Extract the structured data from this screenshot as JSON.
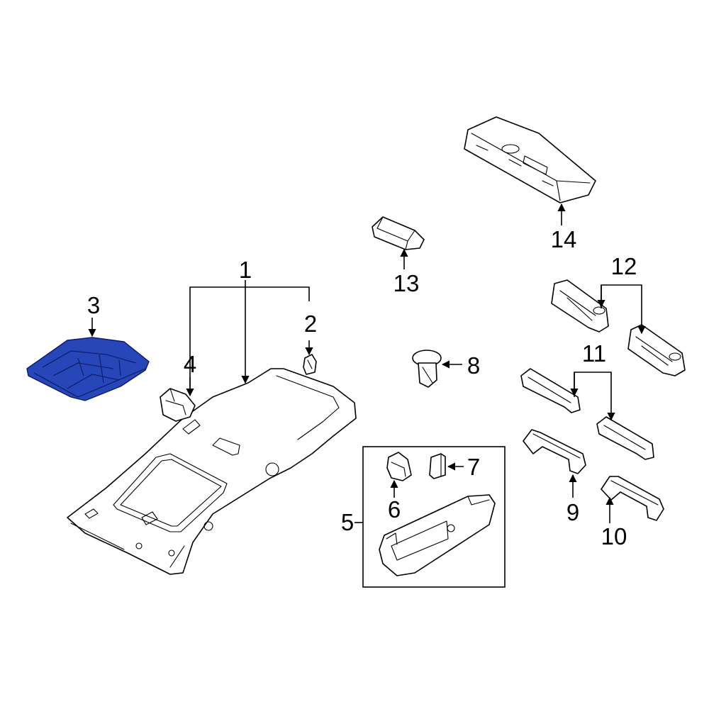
{
  "diagram": {
    "highlight_color": "#2746b8",
    "callouts": {
      "c1": "1",
      "c2": "2",
      "c3": "3",
      "c4": "4",
      "c5": "5",
      "c6": "6",
      "c7": "7",
      "c8": "8",
      "c9": "9",
      "c10": "10",
      "c11": "11",
      "c12": "12",
      "c13": "13",
      "c14": "14"
    }
  }
}
